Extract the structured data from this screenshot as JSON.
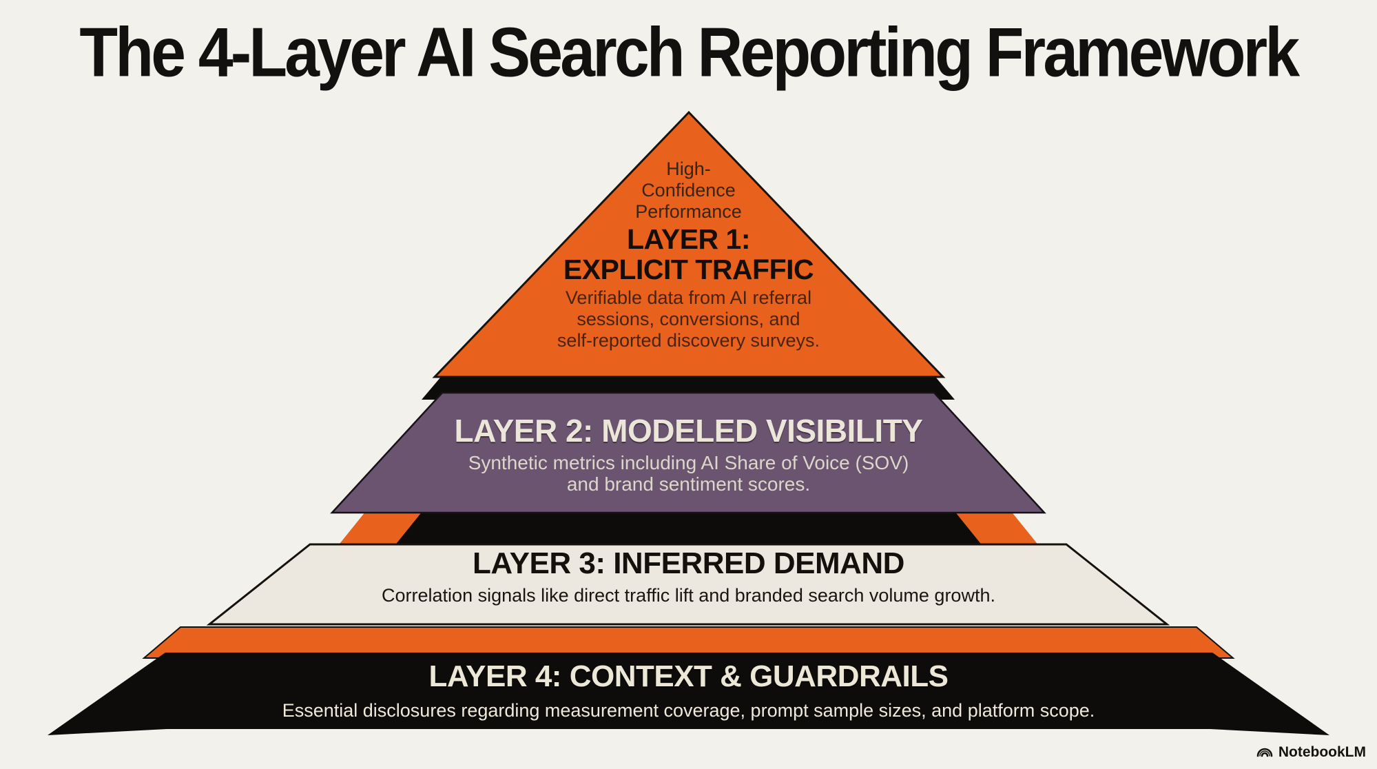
{
  "title": "The 4-Layer AI Search Reporting Framework",
  "colors": {
    "background": "#F2F1EB",
    "orange": "#E8621D",
    "purple": "#6A5470",
    "cream": "#ECE8DF",
    "black": "#0E0C0A",
    "layer1_title_text": "#150D07",
    "layer1_body_text": "#4A220E",
    "light_text": "#ECE6D9",
    "dark_text": "#14110D"
  },
  "pyramid": {
    "layer1": {
      "tagline_lines": [
        "High-",
        "Confidence",
        "Performance"
      ],
      "title_lines": [
        "LAYER 1:",
        "EXPLICIT TRAFFIC"
      ],
      "description_lines": [
        "Verifiable data from AI referral",
        "sessions, conversions, and",
        "self-reported discovery surveys."
      ]
    },
    "layer2": {
      "title": "LAYER 2: MODELED VISIBILITY",
      "description_lines": [
        "Synthetic metrics including AI Share of Voice (SOV)",
        "and brand sentiment scores."
      ]
    },
    "layer3": {
      "title": "LAYER 3: INFERRED DEMAND",
      "description_lines": [
        "Correlation signals like direct traffic lift and branded search volume growth."
      ]
    },
    "layer4": {
      "title": "LAYER 4: CONTEXT & GUARDRAILS",
      "description_lines": [
        "Essential disclosures regarding measurement coverage, prompt sample sizes, and platform scope."
      ]
    }
  },
  "watermark": {
    "label": "NotebookLM"
  }
}
